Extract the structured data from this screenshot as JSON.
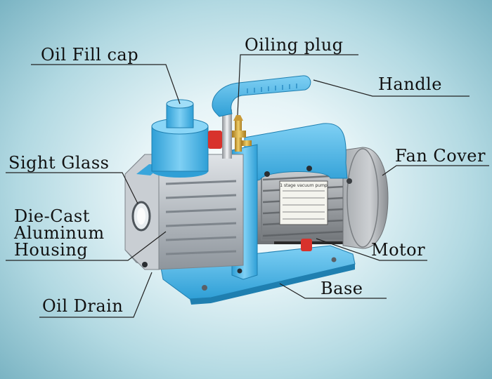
{
  "labels": {
    "oil_fill_cap": "Oil Fill cap",
    "oiling_plug": "Oiling plug",
    "handle": "Handle",
    "fan_cover": "Fan Cover",
    "sight_glass": "Sight Glass",
    "housing": [
      "Die-Cast",
      "Aluminum",
      "Housing"
    ],
    "motor": "Motor",
    "base": "Base",
    "oil_drain": "Oil Drain"
  },
  "nameplate_text": "1 stage vacuum pump",
  "colors": {
    "pump_blue": "#44b4e6",
    "housing_silver": "#b4bac0",
    "motor_grey": "#a8acb0",
    "leader_line": "#222222"
  }
}
